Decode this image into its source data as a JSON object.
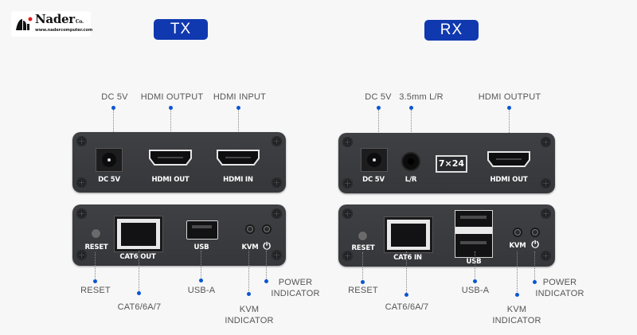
{
  "brand": {
    "name": "Nader",
    "suffix": "Co.",
    "website": "www.nadercomputer.com"
  },
  "colors": {
    "tag_bg": "#1039b0",
    "callout_dot": "#0a56d2",
    "panel": "#3b3c40",
    "background": "#f7f7f7"
  },
  "tx": {
    "title": "TX",
    "front": {
      "callouts": {
        "dc": "DC 5V",
        "hdmi_out": "HDMI OUTPUT",
        "hdmi_in": "HDMI INPUT"
      },
      "labels": {
        "dc": "DC 5V",
        "hdmi_out": "HDMI OUT",
        "hdmi_in": "HDMI IN"
      }
    },
    "back": {
      "labels": {
        "reset": "RESET",
        "cat": "CAT6 OUT",
        "usb": "USB",
        "kvm": "KVM",
        "power_icon": "⏻"
      },
      "callouts": {
        "reset": "RESET",
        "cat": "CAT6/6A/7",
        "usb": "USB-A",
        "kvm_1": "KVM",
        "kvm_2": "INDICATOR",
        "power_1": "POWER",
        "power_2": "INDICATOR"
      }
    }
  },
  "rx": {
    "title": "RX",
    "front": {
      "callouts": {
        "dc": "DC 5V",
        "audio": "3.5mm L/R",
        "hdmi_out": "HDMI OUTPUT"
      },
      "labels": {
        "dc": "DC 5V",
        "audio": "L/R",
        "badge": "7×24",
        "hdmi_out": "HDMI OUT"
      }
    },
    "back": {
      "labels": {
        "reset": "RESET",
        "cat": "CAT6 IN",
        "usb": "USB",
        "kvm": "KVM",
        "power_icon": "⏻"
      },
      "callouts": {
        "reset": "RESET",
        "cat": "CAT6/6A/7",
        "usb": "USB-A",
        "kvm_1": "KVM",
        "kvm_2": "INDICATOR",
        "power_1": "POWER",
        "power_2": "INDICATOR"
      }
    }
  }
}
